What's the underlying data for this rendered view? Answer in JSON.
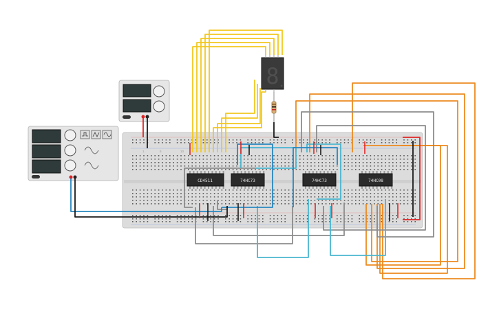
{
  "chips": [
    {
      "label": "CD4511"
    },
    {
      "label": "74HC73"
    },
    {
      "label": "74HC73"
    },
    {
      "label": "74HC08"
    }
  ],
  "display_digit": "8",
  "colors": {
    "breadboard": "#d9d9d9",
    "chip": "#2b2b2b",
    "yellow": "#f2c81e",
    "orange": "#ec8a1f",
    "cyan": "#3fa9c4",
    "blue": "#2787c0",
    "gray": "#8c8c8c",
    "red": "#e02424",
    "black": "#1a1a1a"
  }
}
